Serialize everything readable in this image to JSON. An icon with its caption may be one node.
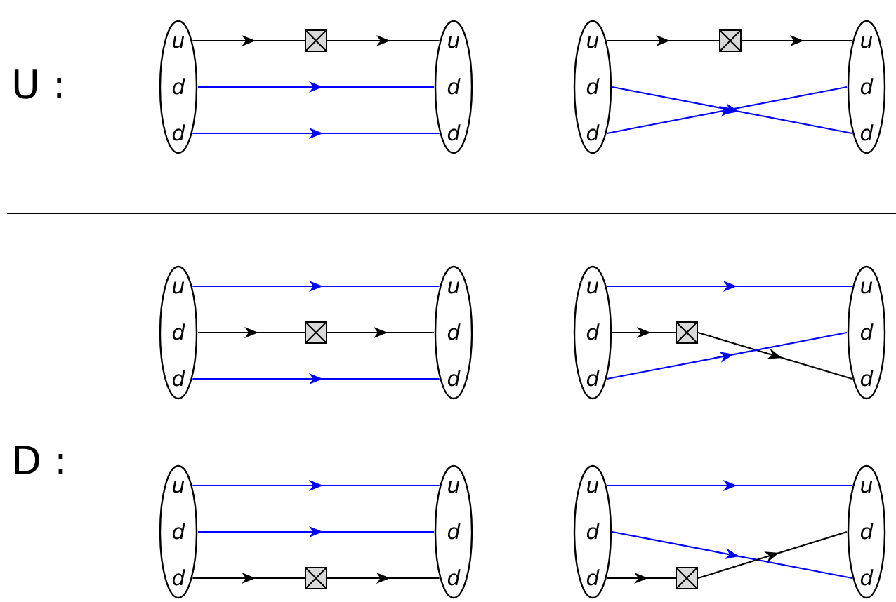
{
  "diagram": {
    "nodes": [
      {
        "text": [],
        "shape": "ellipse"
      },
      {
        "text": [
          "u"
        ],
        "in": 0
      },
      {
        "text": [
          "d"
        ],
        "in": 0
      },
      {
        "text": [
          "d"
        ],
        "in": 0
      },
      {
        "text": [],
        "shape": "box"
      },
      {
        "text": [],
        "shape": "ellipse"
      },
      {
        "text": [
          "u"
        ],
        "in": 5
      },
      {
        "text": [
          "d"
        ],
        "in": 5
      },
      {
        "text": [
          "d"
        ],
        "in": 5
      },
      {
        "text": [],
        "shape": "ellipse"
      },
      {
        "text": [
          "u"
        ],
        "in": 9
      },
      {
        "text": [
          "d"
        ],
        "in": 9
      },
      {
        "text": [
          "d"
        ],
        "in": 9
      },
      {
        "text": [],
        "shape": "box"
      },
      {
        "text": [],
        "shape": "ellipse"
      },
      {
        "text": [
          "u"
        ],
        "in": 14
      },
      {
        "text": [
          "d"
        ],
        "in": 14
      },
      {
        "text": [
          "d"
        ],
        "in": 14
      },
      {
        "text": [],
        "shape": "ellipse"
      },
      {
        "text": [
          "u"
        ],
        "in": 18
      },
      {
        "text": [
          "d"
        ],
        "in": 18
      },
      {
        "text": [
          "d"
        ],
        "in": 18
      },
      {
        "text": [],
        "shape": "box"
      },
      {
        "text": [],
        "shape": "ellipse"
      },
      {
        "text": [
          "u"
        ],
        "in": 23
      },
      {
        "text": [
          "d"
        ],
        "in": 23
      },
      {
        "text": [
          "d"
        ],
        "in": 23
      },
      {
        "text": [],
        "shape": "ellipse"
      },
      {
        "text": [
          "u"
        ],
        "in": 27
      },
      {
        "text": [
          "d"
        ],
        "in": 27
      },
      {
        "text": [
          "d"
        ],
        "in": 27
      },
      {
        "text": [],
        "shape": "box"
      },
      {
        "text": [],
        "shape": "ellipse"
      },
      {
        "text": [
          "u"
        ],
        "in": 32
      },
      {
        "text": [
          "d"
        ],
        "in": 32
      },
      {
        "text": [
          "d"
        ],
        "in": 32
      },
      {
        "text": [],
        "shape": "ellipse"
      },
      {
        "text": [
          "u"
        ],
        "in": 36
      },
      {
        "text": [
          "d"
        ],
        "in": 36
      },
      {
        "text": [
          "d"
        ],
        "in": 36
      },
      {
        "text": [],
        "shape": "box"
      },
      {
        "text": [],
        "shape": "ellipse"
      },
      {
        "text": [
          "u"
        ],
        "in": 41
      },
      {
        "text": [
          "d"
        ],
        "in": 41
      },
      {
        "text": [
          "d"
        ],
        "in": 41
      },
      {
        "text": [],
        "shape": "ellipse"
      },
      {
        "text": [
          "u"
        ],
        "in": 45
      },
      {
        "text": [
          "d"
        ],
        "in": 45
      },
      {
        "text": [
          "d"
        ],
        "in": 45
      },
      {
        "text": [],
        "shape": "box"
      },
      {
        "text": [],
        "shape": "ellipse"
      },
      {
        "text": [
          "u"
        ],
        "in": 50
      },
      {
        "text": [
          "d"
        ],
        "in": 50
      },
      {
        "text": [
          "d"
        ],
        "in": 50
      }
    ],
    "edges": [
      {
        "from": 1,
        "to": 4,
        "arrow": "to"
      },
      {
        "from": 4,
        "to": 6,
        "arrow": "to"
      },
      {
        "from": 2,
        "to": 7,
        "arrow": "to",
        "color": "#0000ff"
      },
      {
        "from": 3,
        "to": 8,
        "arrow": "to",
        "color": "#0000ff"
      },
      {
        "from": 10,
        "to": 13,
        "arrow": "to"
      },
      {
        "from": 13,
        "to": 15,
        "arrow": "to"
      },
      {
        "from": 11,
        "to": 17,
        "arrow": "to",
        "color": "#0000ff"
      },
      {
        "from": 12,
        "to": 16,
        "arrow": "to",
        "color": "#0000ff"
      },
      {
        "from": 19,
        "to": 24,
        "arrow": "to",
        "color": "#0000ff"
      },
      {
        "from": 20,
        "to": 22,
        "arrow": "to"
      },
      {
        "from": 22,
        "to": 25,
        "arrow": "to"
      },
      {
        "from": 21,
        "to": 26,
        "arrow": "to",
        "color": "#0000ff"
      },
      {
        "from": 28,
        "to": 33,
        "arrow": "to",
        "color": "#0000ff"
      },
      {
        "from": 29,
        "to": 31,
        "arrow": "to"
      },
      {
        "from": 31,
        "to": 35,
        "arrow": "to"
      },
      {
        "from": 30,
        "to": 34,
        "arrow": "to",
        "color": "#0000ff"
      },
      {
        "from": 37,
        "to": 42,
        "arrow": "to",
        "color": "#0000ff"
      },
      {
        "from": 38,
        "to": 43,
        "arrow": "to",
        "color": "#0000ff"
      },
      {
        "from": 39,
        "to": 40,
        "arrow": "to"
      },
      {
        "from": 40,
        "to": 44,
        "arrow": "to"
      },
      {
        "from": 46,
        "to": 51,
        "arrow": "to",
        "color": "#0000ff"
      },
      {
        "from": 47,
        "to": 53,
        "arrow": "to",
        "color": "#0000ff"
      },
      {
        "from": 48,
        "to": 49,
        "arrow": "to"
      },
      {
        "from": 49,
        "to": 52,
        "arrow": "to"
      }
    ],
    "labels": [
      "U :",
      "D :"
    ]
  }
}
